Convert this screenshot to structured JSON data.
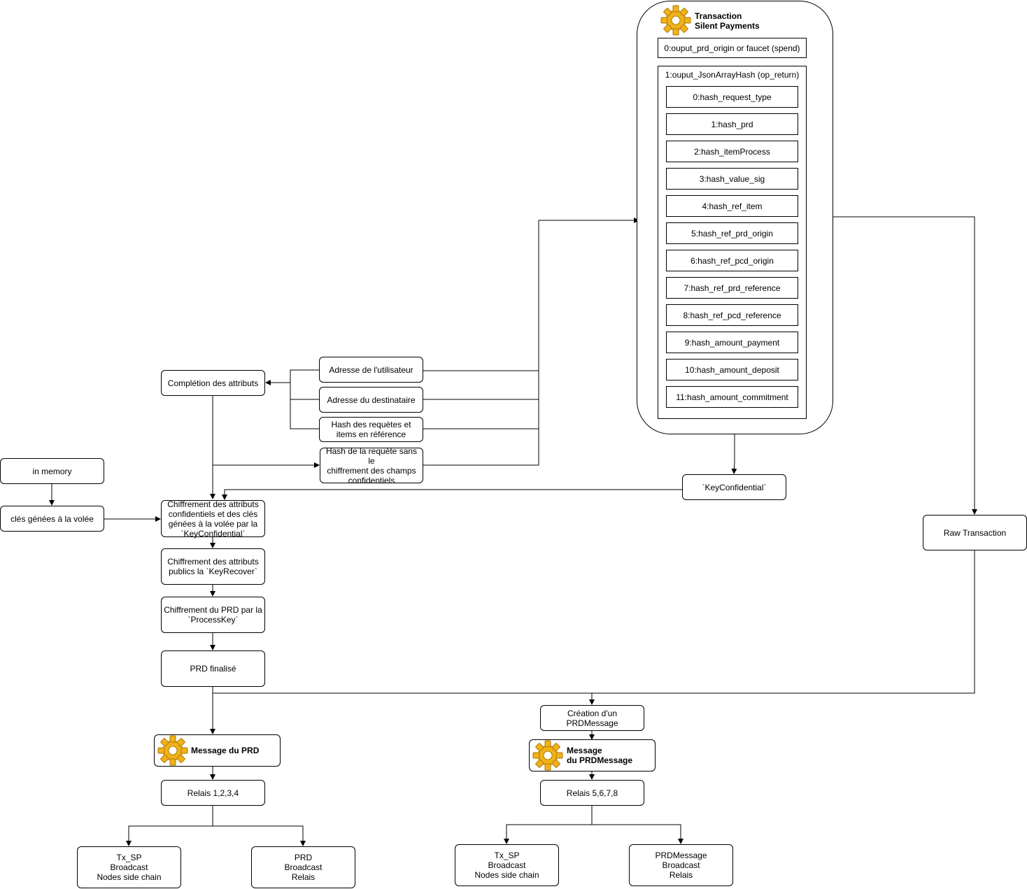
{
  "transaction": {
    "title": "Transaction\nSilent Payments",
    "output0": "0:ouput_prd_origin or faucet (spend)",
    "output1_title": "1:ouput_JsonArrayHash (op_return)",
    "hashes": [
      "0:hash_request_type",
      "1:hash_prd",
      "2:hash_itemProcess",
      "3:hash_value_sig",
      "4:hash_ref_item",
      "5:hash_ref_prd_origin",
      "6:hash_ref_pcd_origin",
      "7:hash_ref_prd_reference",
      "8:hash_ref_pcd_reference",
      "9:hash_amount_payment",
      "10:hash_amount_deposit",
      "11:hash_amount_commitment"
    ]
  },
  "nodes": {
    "adresse_utilisateur": "Adresse de l'utilisateur",
    "adresse_destinataire": "Adresse du destinataire",
    "hash_requetes": "Hash des requètes  et\nitems en référence",
    "hash_requete": "Hash de la requète sans le\nchiffrement des champs\nconfidentiels",
    "completion": "Complétion des attributs",
    "in_memory": "in memory",
    "cles": "clés génées à la volée",
    "chiffrement_conf": "Chiffrement des attributs\nconfidentiels et des clés\ngénées à la volée par la\n`KeyConfidential`",
    "chiffrement_pub": "Chiffrement des attributs\npublics la `KeyRecover`",
    "chiffrement_prd": "Chiffrement du PRD par la\n`ProcessKey`",
    "prd_finalise": "PRD finalisé",
    "key_confidential": "`KeyConfidential`",
    "raw_transaction": "Raw Transaction",
    "creation_prdmessage": "Création d'un\nPRDMessage",
    "message_prd": "Message du PRD",
    "message_prdmessage": "Message\ndu PRDMessage",
    "relais_1234": "Relais 1,2,3,4",
    "relais_5678": "Relais 5,6,7,8",
    "txsp_left": "Tx_SP\nBroadcast\nNodes side chain",
    "prd_broadcast": "PRD\nBroadcast\nRelais",
    "txsp_right": "Tx_SP\nBroadcast\nNodes side chain",
    "prdmessage_broadcast": "PRDMessage\nBroadcast\nRelais"
  },
  "icons": {
    "gear": "gear-icon",
    "gear_color": "#f0b21a"
  }
}
